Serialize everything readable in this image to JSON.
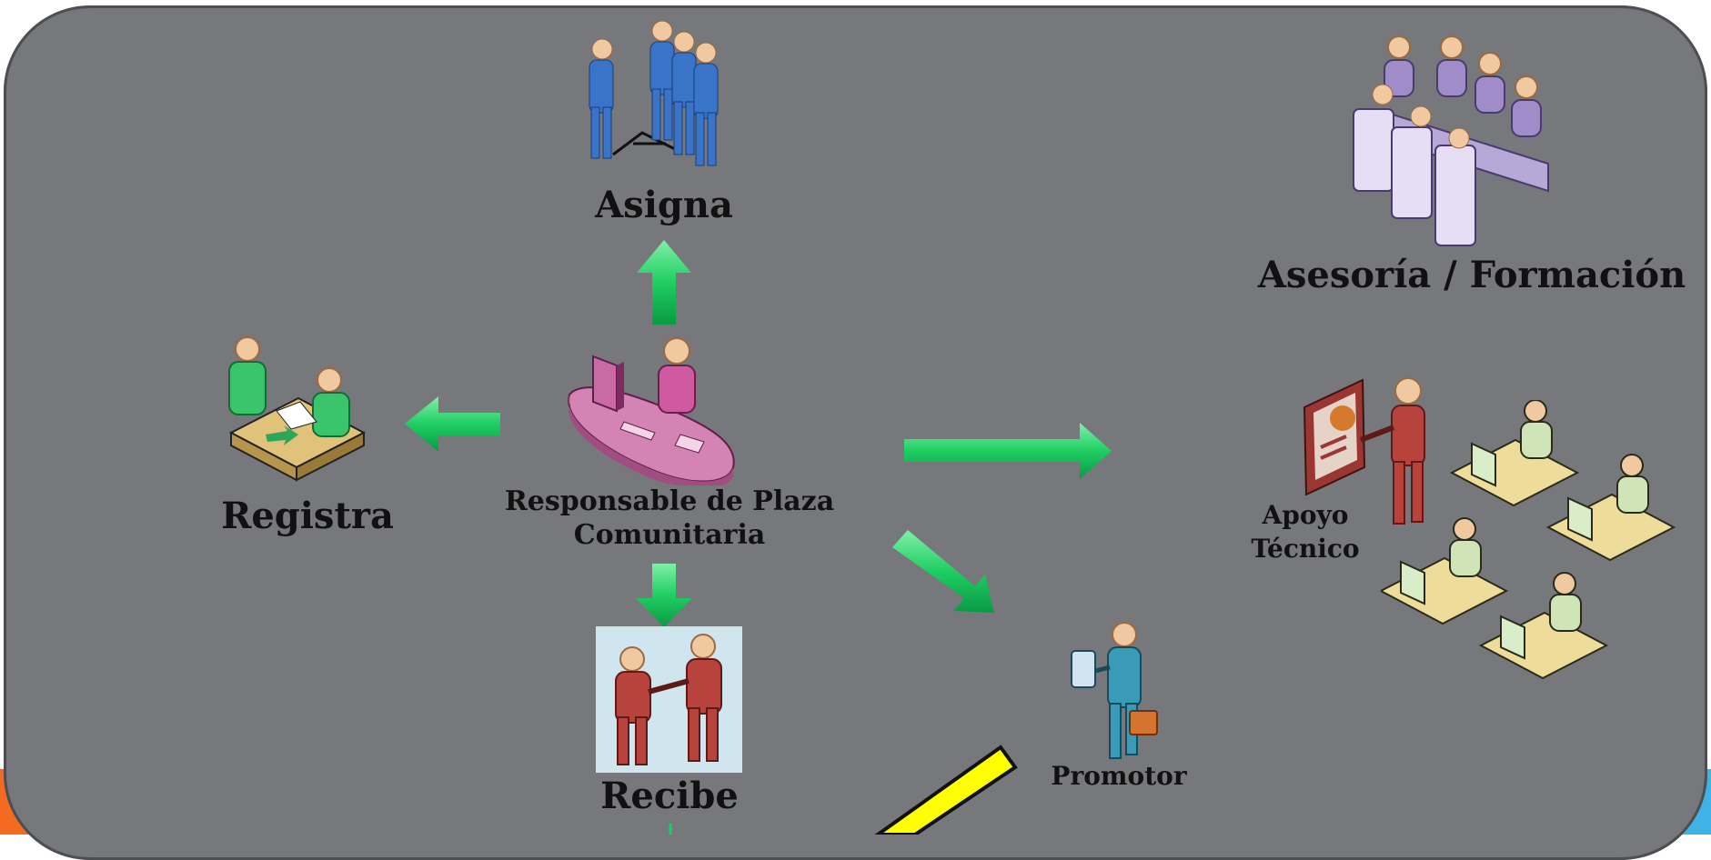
{
  "colors": {
    "panel": "#77787c",
    "arrow": "#1fce62",
    "accent_orange": "#f26b21",
    "accent_blue": "#3fb3e5",
    "highlighter": "#ffff00"
  },
  "nodes": {
    "asigna": "Asigna",
    "asesoria": "Asesoría / Formación",
    "registra": "Registra",
    "responsable_line1": "Responsable de Plaza",
    "responsable_line2": "Comunitaria",
    "recibe": "Recibe",
    "apoyo_line1": "Apoyo",
    "apoyo_line2": "Técnico",
    "promotor": "Promotor"
  },
  "icons": [
    "team-icon",
    "meeting-table-icon",
    "registration-desk-icon",
    "reception-desk-icon",
    "handshake-icon",
    "presenter-icon",
    "computer-workstations-icon",
    "promoter-icon"
  ]
}
